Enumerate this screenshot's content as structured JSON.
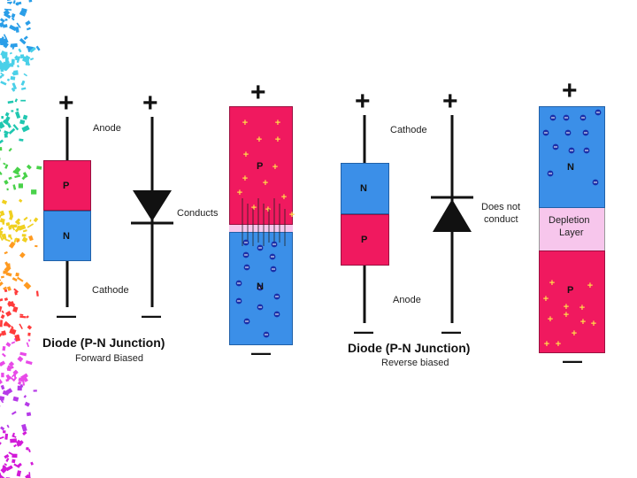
{
  "colors": {
    "p_region": "#f0195f",
    "n_region": "#3b8fe8",
    "depletion": "#f7c6ec",
    "line": "#111111",
    "hole": "#ffd84a",
    "electron": "#1a2fa8"
  },
  "signs": {
    "plus": "+",
    "minus": "—"
  },
  "forward": {
    "anode": "Anode",
    "cathode": "Cathode",
    "p": "P",
    "n": "N",
    "conducts": "Conducts",
    "title": "Diode (P-N Junction)",
    "subtitle": "Forward Biased"
  },
  "reverse": {
    "cathode": "Cathode",
    "anode": "Anode",
    "n": "N",
    "p": "P",
    "does_not": "Does not",
    "conduct": "conduct",
    "depletion1": "Depletion",
    "depletion2": "Layer",
    "title": "Diode (P-N Junction)",
    "subtitle": "Reverse biased"
  },
  "decor": {
    "icon": "confetti-border-decoration"
  }
}
